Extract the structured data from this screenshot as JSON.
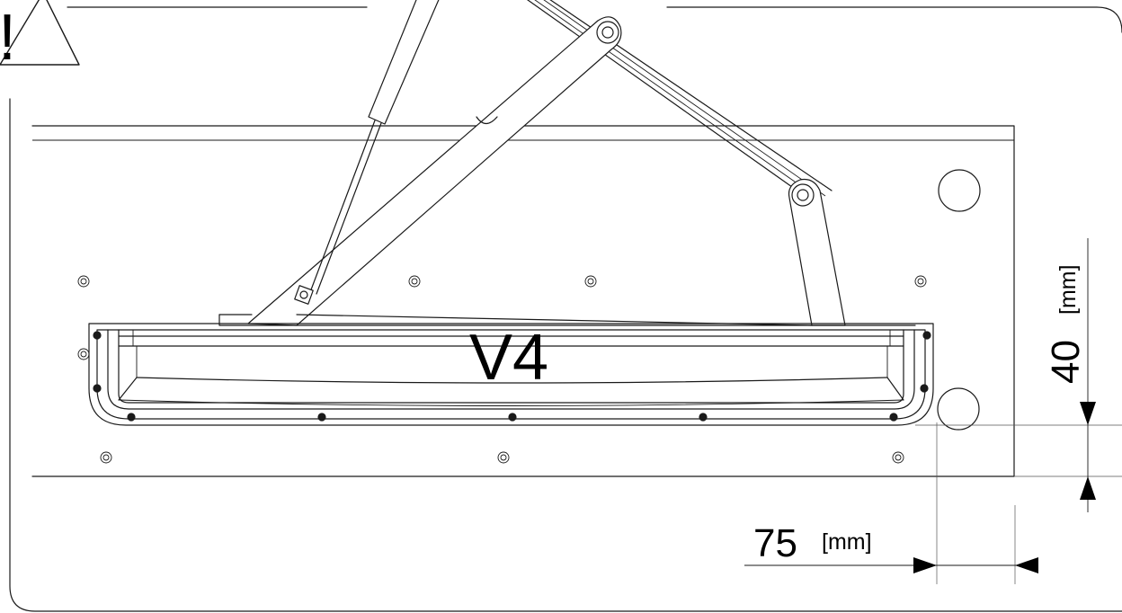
{
  "warning": {
    "symbol": "!"
  },
  "model_label": "V4",
  "dimensions": {
    "vertical": {
      "value": "40",
      "unit": "[mm]"
    },
    "horizontal": {
      "value": "75",
      "unit": "[mm]"
    }
  },
  "colors": {
    "line": "#1a1a1a",
    "background": "#ffffff"
  }
}
